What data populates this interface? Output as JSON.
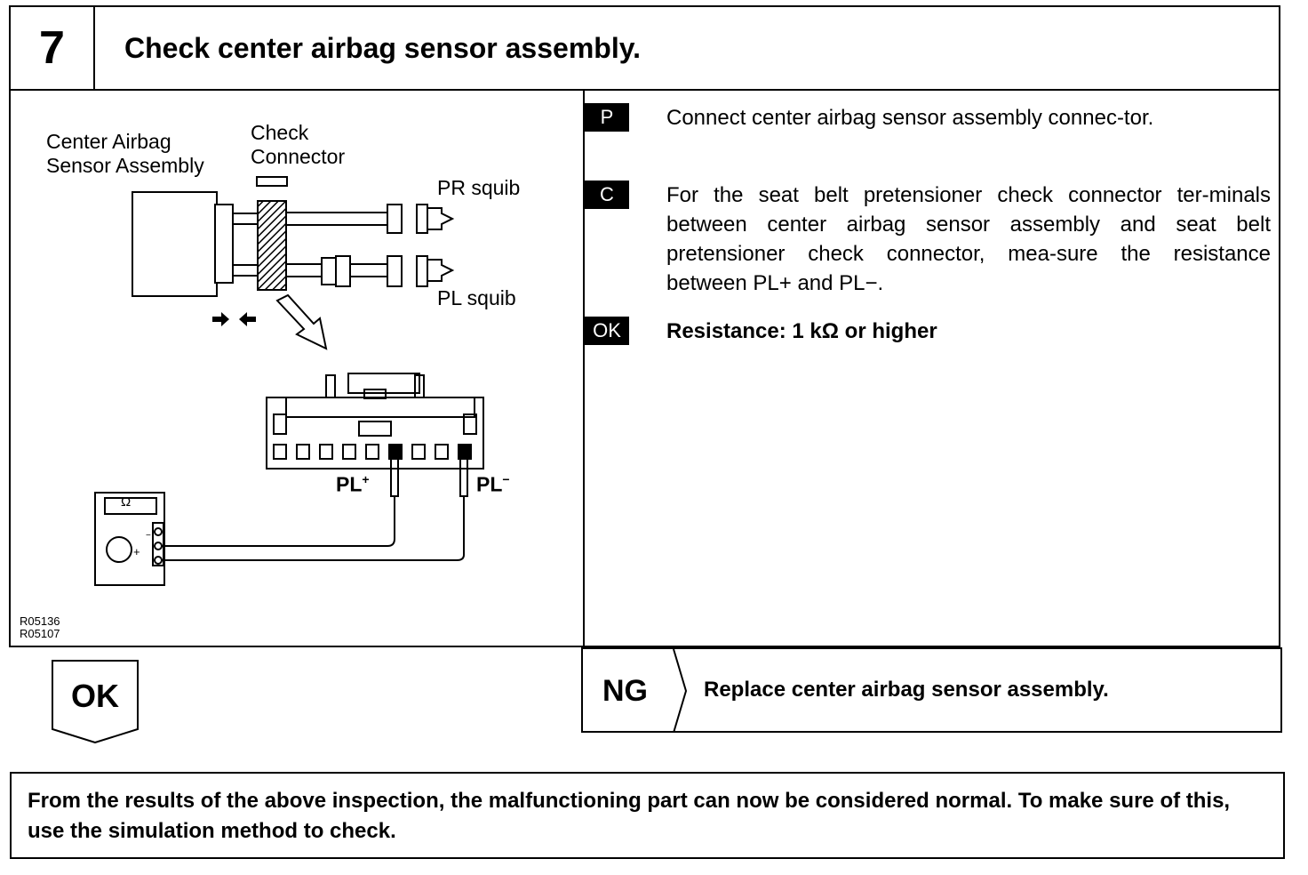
{
  "step": {
    "number": "7",
    "title": "Check center airbag sensor assembly."
  },
  "diagram": {
    "label_sensor": "Center Airbag\nSensor Assembly",
    "label_check_connector": "Check\nConnector",
    "label_pr_squib": "PR squib",
    "label_pl_squib": "PL squib",
    "label_pl_plus": "PL",
    "label_pl_plus_sup": "+",
    "label_pl_minus": "PL",
    "label_pl_minus_sup": "−",
    "meter_symbol": "Ω",
    "meter_plus": "+",
    "meter_minus": "−",
    "figure_codes": [
      "R05136",
      "R05107"
    ]
  },
  "instructions": [
    {
      "badge": "P",
      "text": "Connect center airbag sensor assembly connec-tor.",
      "bold": false
    },
    {
      "badge": "C",
      "text": "For the seat belt pretensioner check connector ter-minals between center airbag sensor assembly and seat belt pretensioner check connector, mea-sure the resistance between PL+ and PL−.",
      "bold": false
    },
    {
      "badge": "OK",
      "text": "Resistance:    1 kΩ or higher",
      "bold": true
    }
  ],
  "results": {
    "ok_label": "OK",
    "ng_label": "NG",
    "ng_action": "Replace center airbag sensor assembly."
  },
  "note": "From the results of the above inspection, the malfunctioning part can now be considered normal. To make sure of this, use the simulation method to check."
}
